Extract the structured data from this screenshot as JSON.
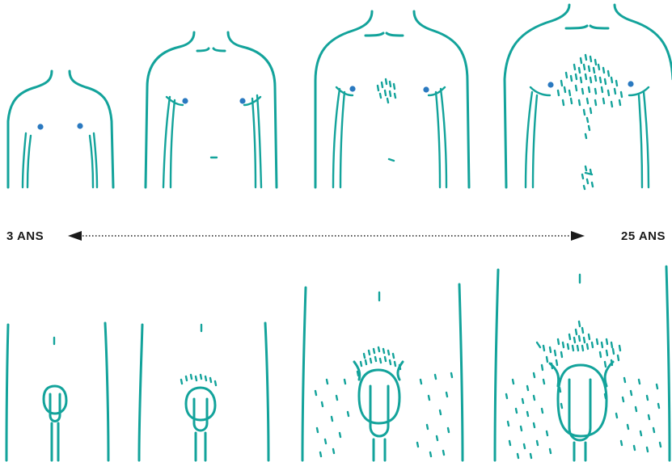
{
  "colors": {
    "outline": "#13a39b",
    "nipple": "#2a79c0",
    "text": "#1a1a1a",
    "background": "#ffffff"
  },
  "timeline": {
    "start_label": "3 ANS",
    "end_label": "25 ANS"
  },
  "rows": [
    {
      "name": "torso",
      "stages": 4
    },
    {
      "name": "pelvis",
      "stages": 4
    }
  ]
}
